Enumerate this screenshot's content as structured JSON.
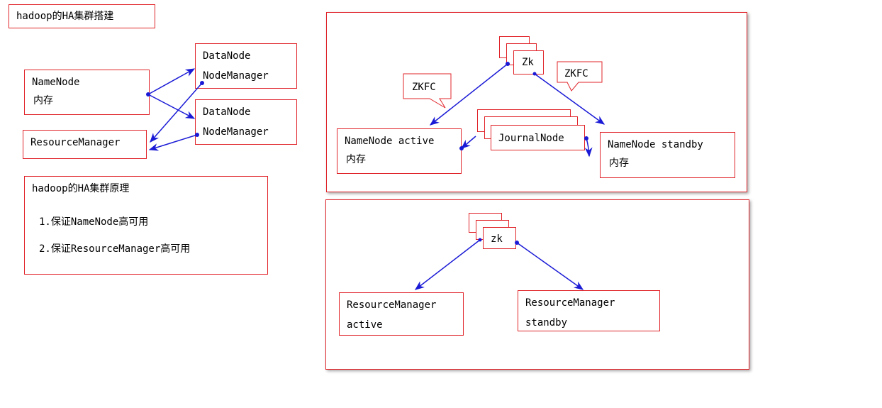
{
  "title": "hadoop的HA集群搭建",
  "left_diagram": {
    "namenode": {
      "line1": "NameNode",
      "line2": "内存"
    },
    "datanode_top": {
      "line1": "DataNode",
      "line2": "NodeManager"
    },
    "datanode_bottom": {
      "line1": "DataNode",
      "line2": "NodeManager"
    },
    "resourcemanager": "ResourceManager"
  },
  "principle": {
    "heading": "hadoop的HA集群原理",
    "items": [
      "1.保证NameNode高可用",
      "2.保证ResourceManager高可用"
    ]
  },
  "hdfs_panel": {
    "zk": "Zk",
    "zkfc_left": "ZKFC",
    "zkfc_right": "ZKFC",
    "journalnode": "JournalNode",
    "nn_active": {
      "line1": "NameNode active",
      "line2": "内存"
    },
    "nn_standby": {
      "line1": "NameNode standby",
      "line2": "内存"
    }
  },
  "yarn_panel": {
    "zk": "zk",
    "rm_active": {
      "line1": "ResourceManager",
      "line2": "active"
    },
    "rm_standby": {
      "line1": "ResourceManager",
      "line2": "standby"
    }
  },
  "colors": {
    "border": "#e0242a",
    "arrow": "#1a1ad6"
  }
}
